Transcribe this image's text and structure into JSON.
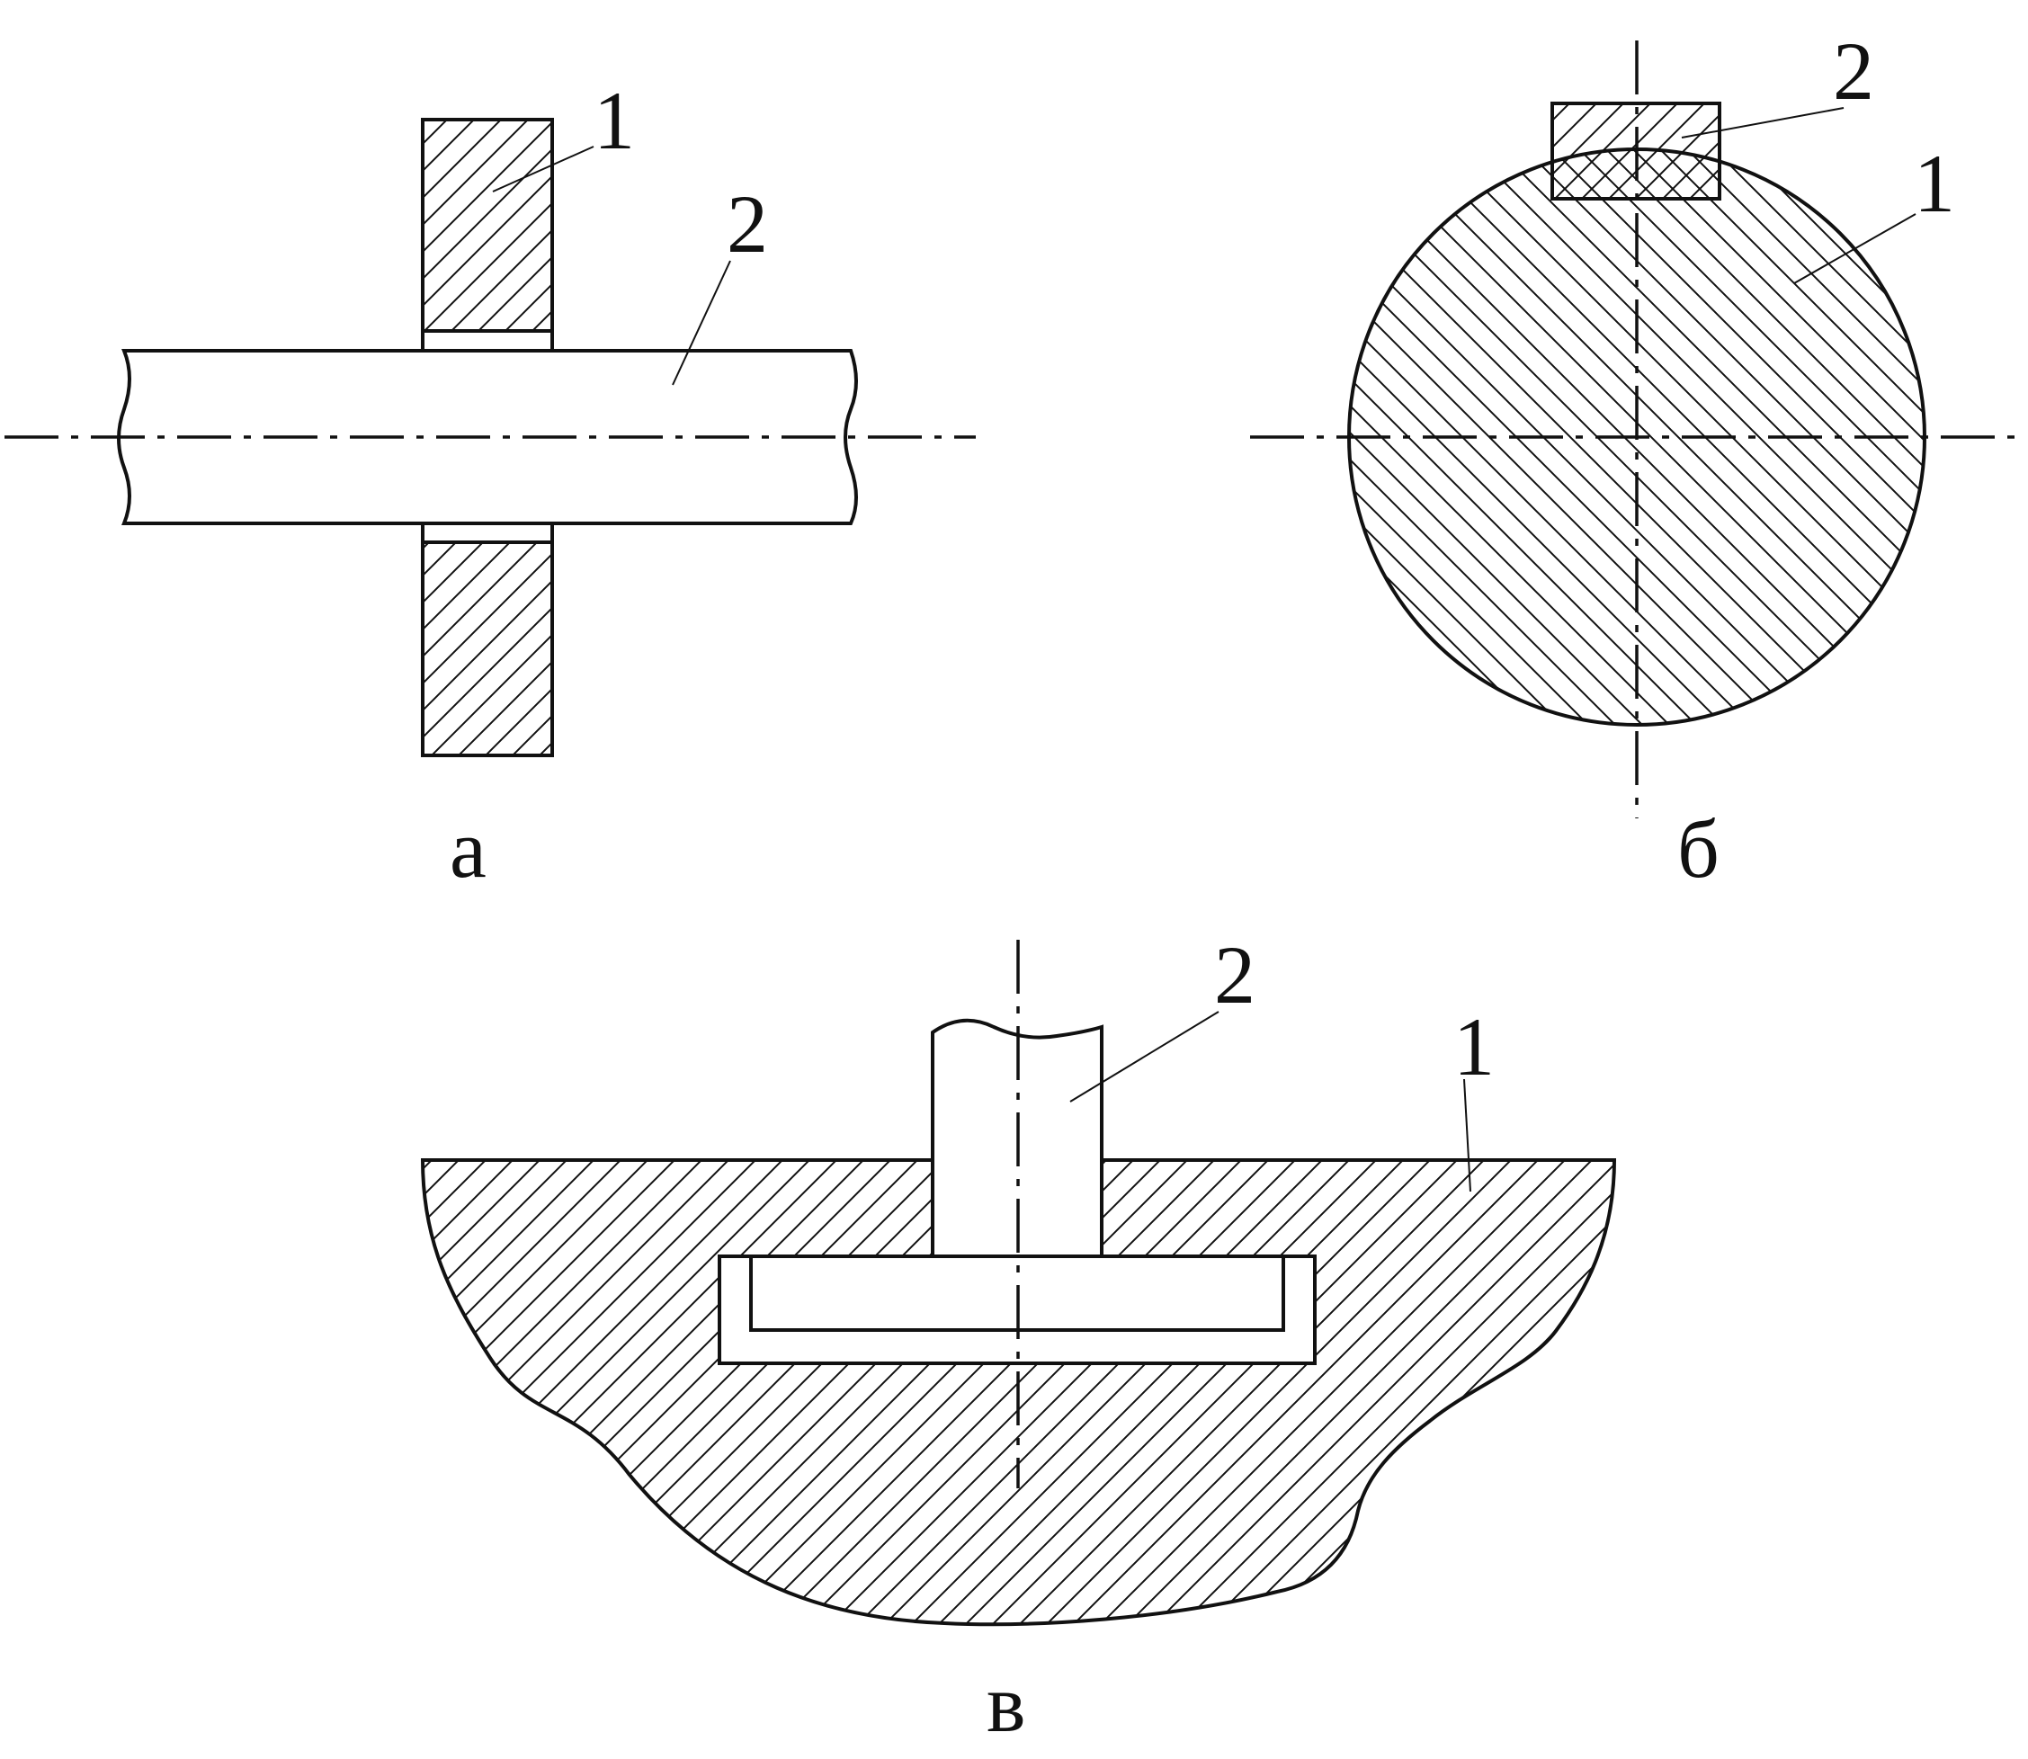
{
  "figure": {
    "view_a": {
      "caption": "а",
      "part_labels": [
        "1",
        "2"
      ]
    },
    "view_b": {
      "caption": "б",
      "part_labels": [
        "2",
        "1"
      ]
    },
    "view_c": {
      "caption": "в",
      "part_labels": [
        "2",
        "1"
      ]
    }
  },
  "colors": {
    "line": "#111111",
    "background": "#ffffff"
  }
}
